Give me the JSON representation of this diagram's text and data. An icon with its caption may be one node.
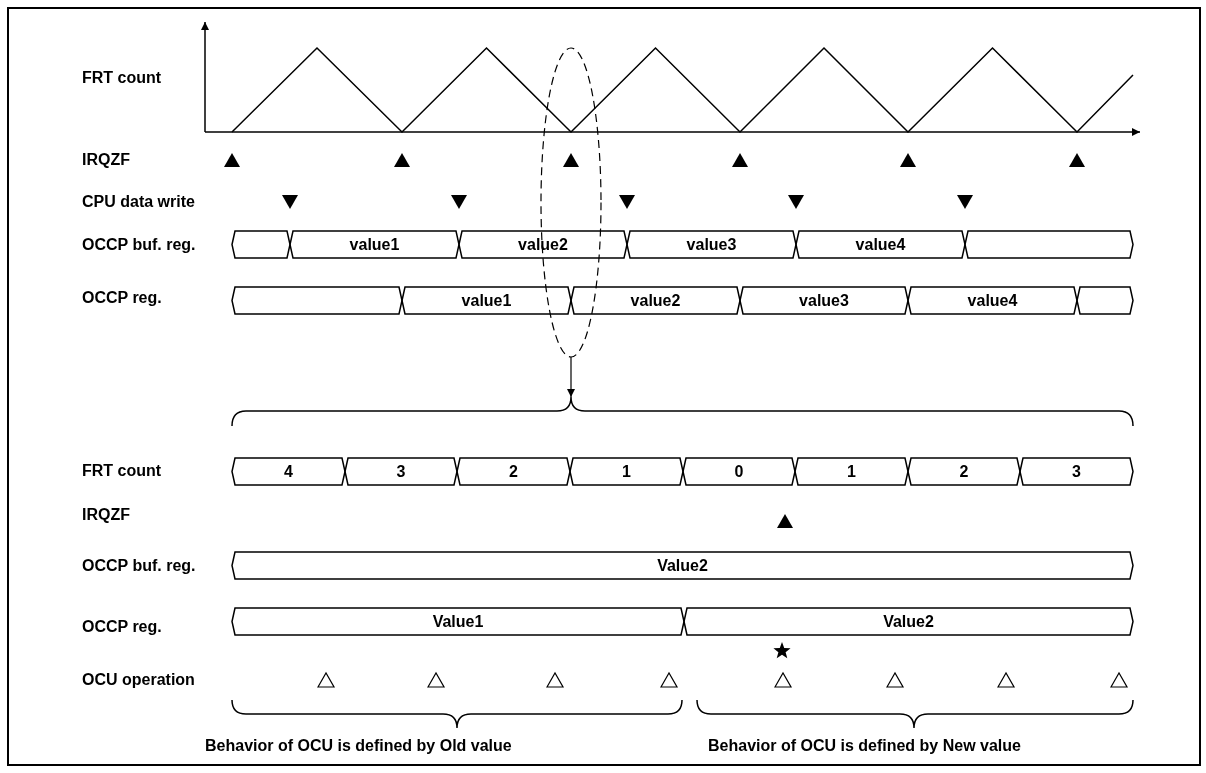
{
  "diagram": {
    "nodes": [
      {
        "text": [],
        "shape": "box"
      },
      {
        "text": [
          "value1"
        ]
      },
      {
        "text": [
          "value2"
        ]
      },
      {
        "text": [
          "value3"
        ]
      },
      {
        "text": [
          "value4"
        ]
      },
      {
        "text": [],
        "shape": "box"
      },
      {
        "text": [],
        "shape": "box"
      },
      {
        "text": [
          "value1"
        ]
      },
      {
        "text": [
          "value2"
        ]
      },
      {
        "text": [
          "value3"
        ]
      },
      {
        "text": [
          "value4"
        ]
      },
      {
        "text": [],
        "shape": "box"
      },
      {
        "text": [],
        "shape": "ellipse"
      },
      {
        "text": [
          "4"
        ]
      },
      {
        "text": [
          "3"
        ]
      },
      {
        "text": [
          "2"
        ]
      },
      {
        "text": [
          "1"
        ]
      },
      {
        "text": [
          "0"
        ]
      },
      {
        "text": [
          "1"
        ]
      },
      {
        "text": [
          "2"
        ]
      },
      {
        "text": [
          "3"
        ]
      },
      {
        "text": [
          "Value2"
        ]
      },
      {
        "text": [
          "Value1"
        ]
      },
      {
        "text": [
          "Value2"
        ]
      },
      {
        "text": [],
        "shape": "brace"
      }
    ],
    "edges": [
      {
        "from": 12,
        "to": 24,
        "arrow": "to"
      }
    ],
    "labels": [
      "FRT count",
      "IRQZF",
      "CPU data write",
      "OCCP buf. reg.",
      "OCCP reg.",
      "FRT count",
      "IRQZF",
      "OCCP buf. reg.",
      "OCCP reg.",
      "OCU operation",
      "Behavior of OCU is defined by Old value",
      "Behavior of OCU is defined by New value"
    ]
  }
}
